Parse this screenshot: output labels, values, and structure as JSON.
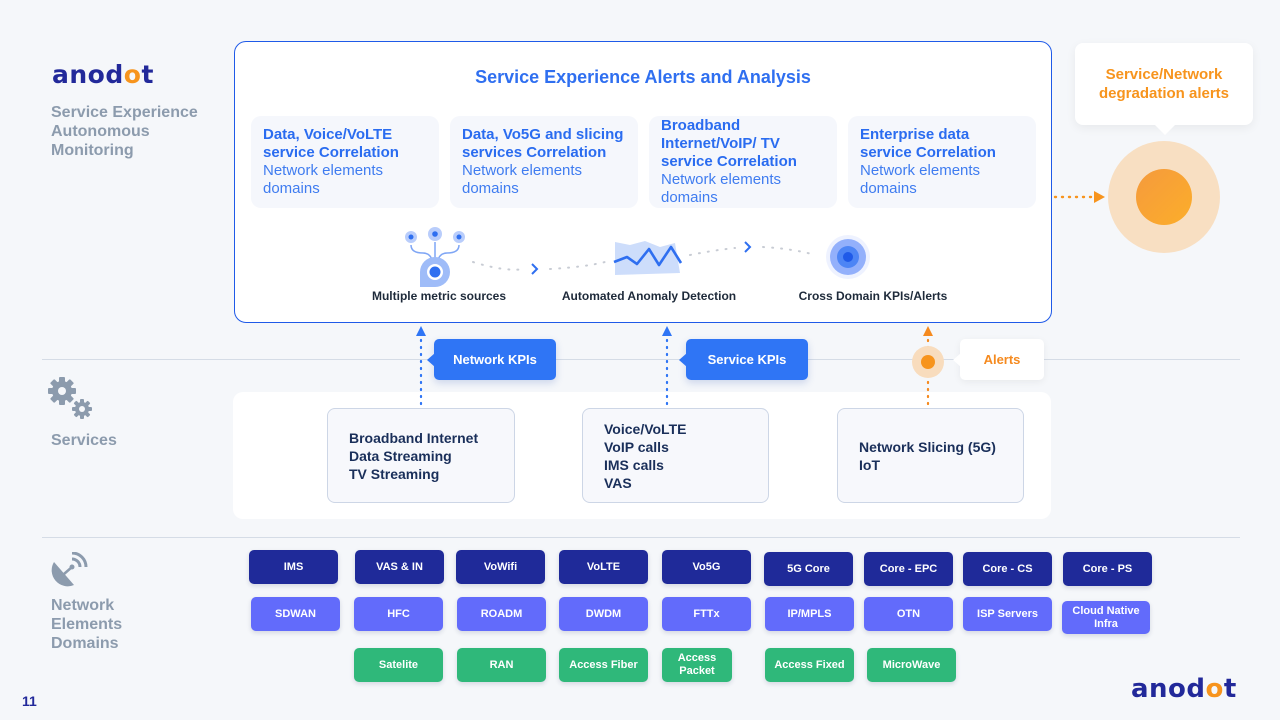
{
  "brand": {
    "name_prefix": "anod",
    "name_dot": "o",
    "name_suffix": "t"
  },
  "colors": {
    "accent_blue": "#2f6ff0",
    "alert_orange": "#f7941d",
    "chip_dark": "#1f2a99",
    "chip_mid": "#626bfb",
    "chip_green": "#2fb87a"
  },
  "left_labels": {
    "monitoring": [
      "Service Experience",
      "Autonomous",
      "Monitoring"
    ],
    "services": "Services",
    "network": [
      "Network",
      "Elements",
      "Domains"
    ]
  },
  "icons": {
    "services": "gears-icon",
    "network": "satellite-dish-icon",
    "metric_sources": "metric-sources-icon",
    "anomaly": "anomaly-chart-icon",
    "cross_domain": "target-icon"
  },
  "main": {
    "title": "Service Experience Alerts and Analysis",
    "cards": [
      {
        "title": "Data, Voice/VoLTE service Correlation",
        "subtitle": "Network elements domains"
      },
      {
        "title": "Data, Vo5G and slicing services Correlation",
        "subtitle": "Network elements domains"
      },
      {
        "title": "Broadband Internet/VoIP/ TV service Correlation",
        "subtitle": "Network elements domains"
      },
      {
        "title": "Enterprise data service Correlation",
        "subtitle": "Network elements domains"
      }
    ],
    "flow": [
      {
        "label": "Multiple metric sources"
      },
      {
        "label": "Automated Anomaly Detection"
      },
      {
        "label": "Cross Domain KPIs/Alerts"
      }
    ]
  },
  "callout": {
    "text": "Service/Network degradation alerts"
  },
  "connectors": {
    "network_kpis": "Network KPIs",
    "service_kpis": "Service KPIs",
    "alerts": "Alerts"
  },
  "services": [
    {
      "lines": [
        "Broadband Internet",
        "Data Streaming",
        "TV Streaming"
      ]
    },
    {
      "lines": [
        "Voice/VoLTE",
        "VoIP calls",
        "IMS calls",
        "VAS"
      ]
    },
    {
      "lines": [
        "Network Slicing (5G)",
        "IoT"
      ]
    }
  ],
  "domains": {
    "row1": [
      "IMS",
      "VAS & IN",
      "VoWifi",
      "VoLTE",
      "Vo5G",
      "5G Core",
      "Core - EPC",
      "Core - CS",
      "Core - PS"
    ],
    "row2": [
      "SDWAN",
      "HFC",
      "ROADM",
      "DWDM",
      "FTTx",
      "IP/MPLS",
      "OTN",
      "ISP Servers",
      "Cloud Native Infra"
    ],
    "row3": [
      "Satelite",
      "RAN",
      "Access Fiber",
      "Access Packet",
      "Access Fixed",
      "MicroWave"
    ]
  },
  "page_number": "11"
}
